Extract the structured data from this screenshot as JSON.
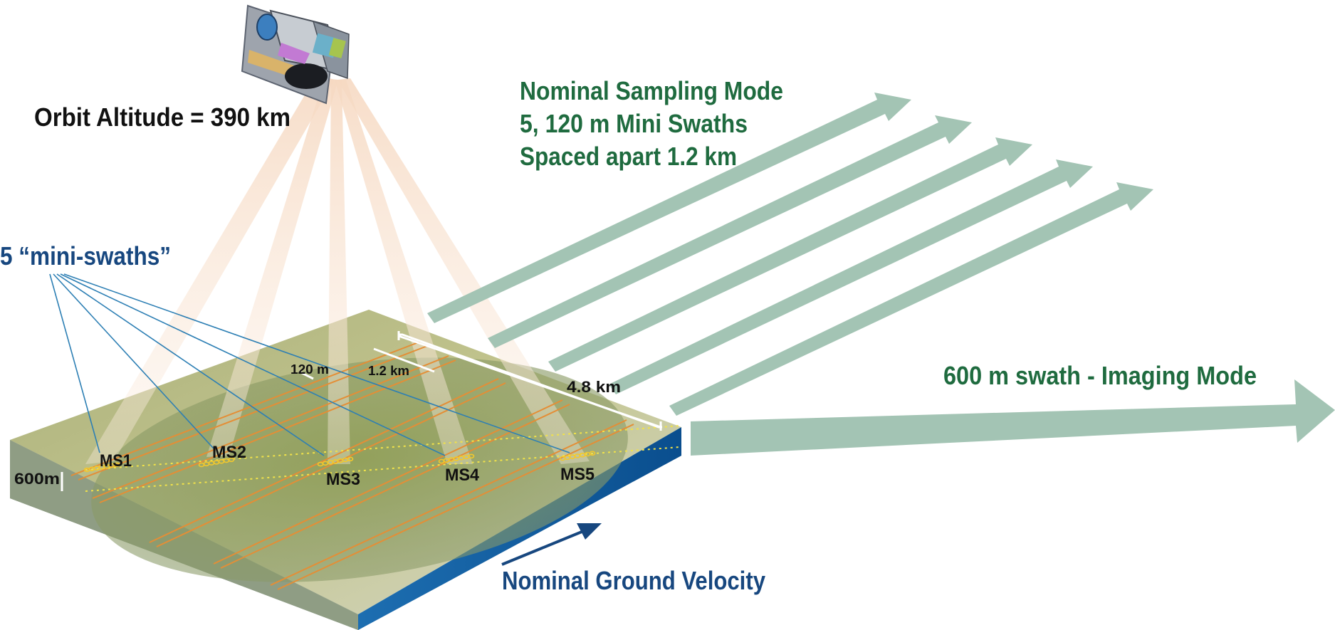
{
  "orbit_label": "Orbit Altitude = 390 km",
  "mode_title": {
    "line1": "Nominal Sampling Mode",
    "line2": "5, 120 m Mini Swaths",
    "line3": "Spaced apart 1.2 km"
  },
  "mini_swaths_label": "5 “mini-swaths”",
  "swath_labels": [
    "MS1",
    "MS2",
    "MS3",
    "MS4",
    "MS5"
  ],
  "dimensions": {
    "mini_width": "120 m",
    "spacing": "1.2 km",
    "total_width": "4.8 km",
    "swath_height": "600m"
  },
  "imaging_label": "600 m swath - Imaging Mode",
  "velocity_label": "Nominal Ground Velocity",
  "colors": {
    "title_green": "#1f6b3f",
    "label_blue": "#17477f",
    "arrow_green": "#a3c4b4",
    "ground_top": "#bcbe86",
    "ground_side": "#2a78b8",
    "beam": "#f6dcc6",
    "track": "#e89a3a",
    "leader_line": "#2d7fb4",
    "footprint": "#f3c82c"
  }
}
